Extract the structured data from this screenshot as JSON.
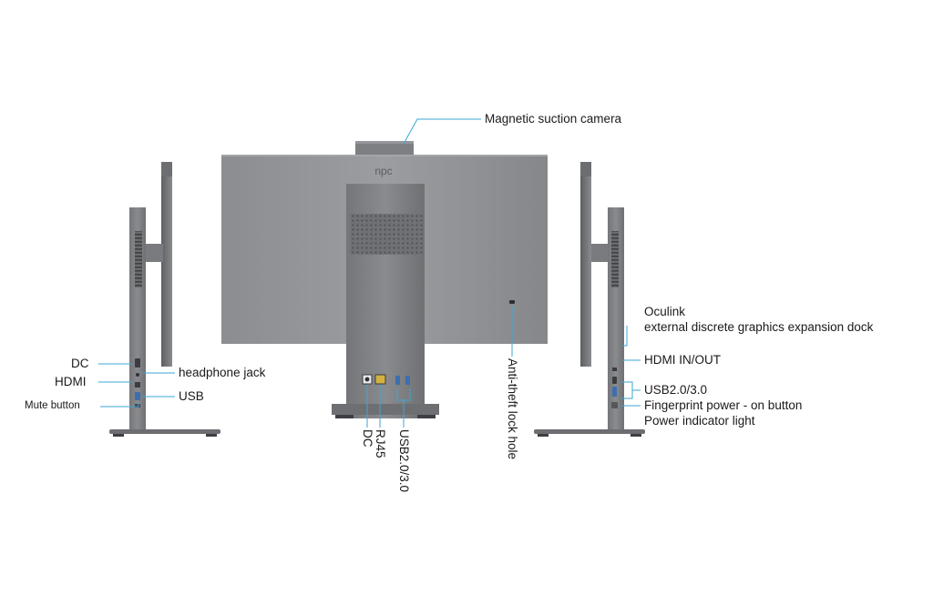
{
  "title": "",
  "colors": {
    "leader_line": "#3aa7d6",
    "monitor_body": "#8e8f92",
    "monitor_dark": "#6d6e71",
    "stand": "#7b7c7f",
    "background": "#ffffff"
  },
  "logo_text": "npc",
  "callouts": {
    "top": {
      "camera": "Magnetic suction camera"
    },
    "left_view": {
      "dc": "DC",
      "hdmi": "HDMI",
      "mute": "Mute button",
      "headphone": "headphone jack",
      "usb": "USB"
    },
    "rear_view": {
      "dc": "DC",
      "rj45": "RJ45",
      "usb": "USB2.0/3.0",
      "lock": "Anti-theft lock hole"
    },
    "right_view": {
      "oculink_1": "Oculink",
      "oculink_2": "external discrete graphics expansion dock",
      "hdmi_inout": "HDMI IN/OUT",
      "usb": "USB2.0/3.0",
      "fingerprint": "Fingerprint power - on button",
      "power_light": "Power indicator light"
    }
  }
}
